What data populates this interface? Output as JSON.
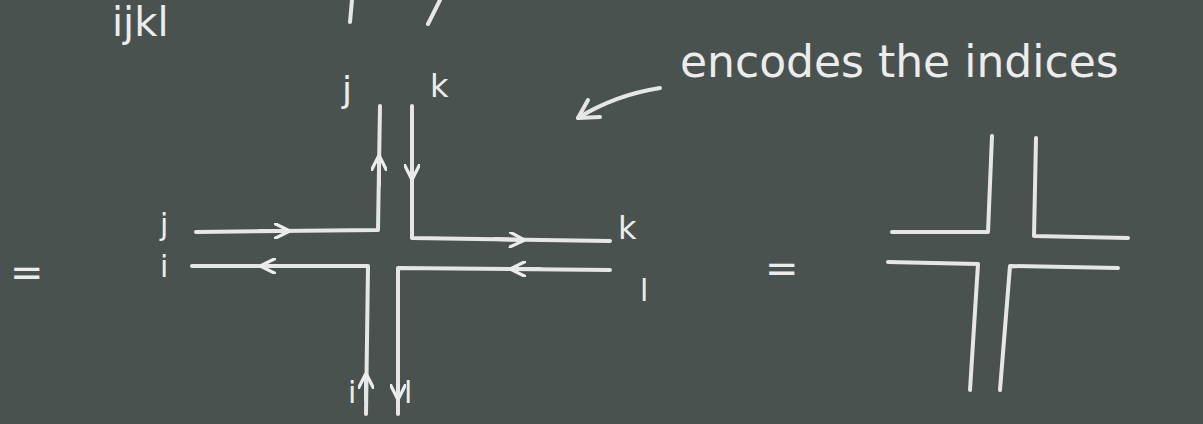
{
  "diagram": {
    "labels": [
      "ijkl",
      "j",
      "k",
      "encodes the indices",
      "=",
      "j",
      "i",
      "k",
      "l",
      "i",
      "l",
      "="
    ]
  }
}
